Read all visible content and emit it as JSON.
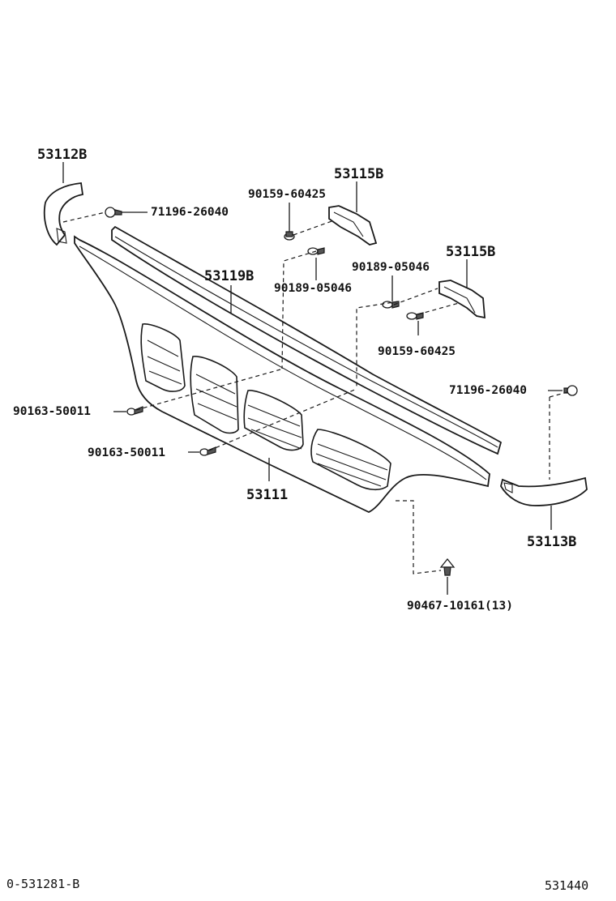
{
  "diagram": {
    "part_labels": {
      "upper_left_molding": "53112B",
      "retainer_upper": "53115B",
      "retainer_right": "53115B",
      "top_molding": "53119B",
      "grille": "53111",
      "lower_right_molding": "53113B"
    },
    "fastener_labels": {
      "clip_upper_left": "71196-26040",
      "screw_upper": "90159-60425",
      "bolt_upper": "90189-05046",
      "bolt_right": "90189-05046",
      "screw_right": "90159-60425",
      "clip_right": "71196-26040",
      "screw_left_a": "90163-50011",
      "screw_left_b": "90163-50011",
      "clip_bottom": "90467-10161(13)"
    },
    "footer": {
      "ref_left": "0-531281-B",
      "ref_right": "531440"
    }
  }
}
